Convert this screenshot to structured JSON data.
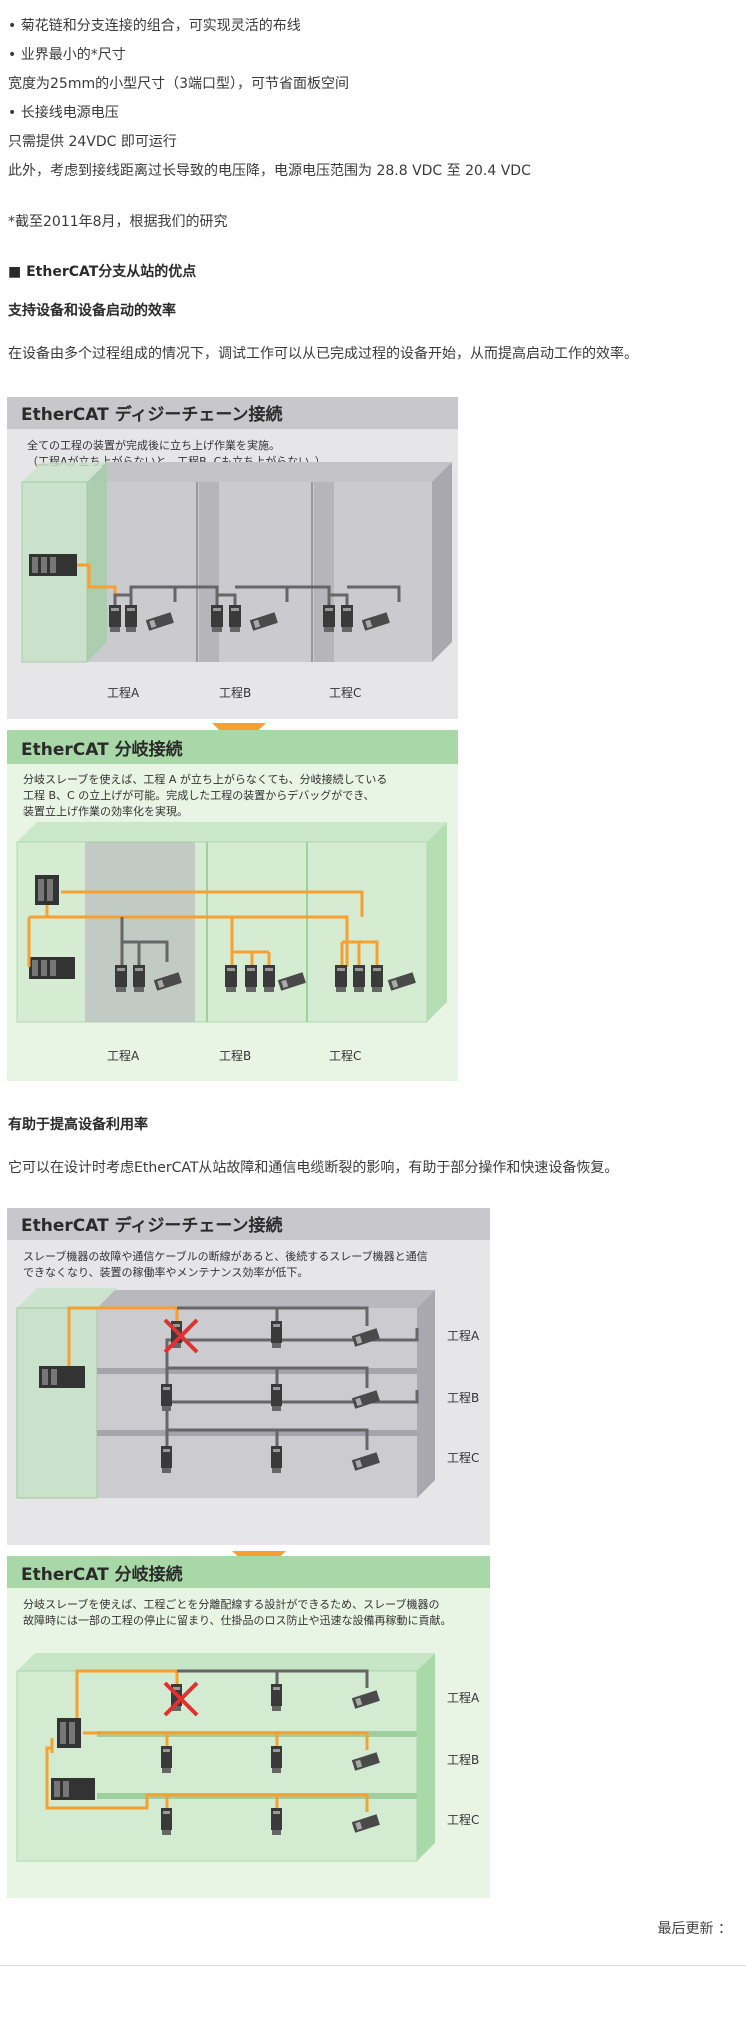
{
  "text": {
    "l1": "• 菊花链和分支连接的组合，可实现灵活的布线",
    "l2": "• 业界最小的*尺寸",
    "l3": "宽度为25mm的小型尺寸（3端口型），可节省面板空间",
    "l4": "• 长接线电源电压",
    "l5": "只需提供 24VDC 即可运行",
    "l6": "此外，考虑到接线距离过长导致的电压降，电源电压范围为 28.8 VDC 至 20.4 VDC",
    "note": "*截至2011年8月，根据我们的研究",
    "h1": "■ EtherCAT分支从站的优点",
    "h2": "支持设备和设备启动的效率",
    "p1": "在设备由多个过程组成的情况下，调试工作可以从已完成过程的设备开始，从而提高启动工作的效率。",
    "h3": "有助于提高设备利用率",
    "p2": "它可以在设计时考虑EtherCAT从站故障和通信电缆断裂的影响，有助于部分操作和快速设备恢复。",
    "updated": "最后更新 ："
  },
  "fig1": {
    "top_title": "EtherCAT ディジーチェーン接続",
    "top_desc1": "全ての工程の装置が完成後に立ち上げ作業を実施。",
    "top_desc2": "（工程Aが立ち上がらないと、工程B, Cも立ち上がらない。）",
    "bot_title": "EtherCAT 分岐接続",
    "bot_desc1": "分岐スレーブを使えば、工程 A が立ち上がらなくても、分岐接続している",
    "bot_desc2": "工程 B、C の立上げが可能。完成した工程の装置からデバッグができ、",
    "bot_desc3": "装置立上げ作業の効率化を実現。",
    "proc_a": "工程A",
    "proc_b": "工程B",
    "proc_c": "工程C"
  },
  "fig2": {
    "top_title": "EtherCAT ディジーチェーン接続",
    "top_desc1": "スレーブ機器の故障や通信ケーブルの断線があると、後続するスレーブ機器と通信",
    "top_desc2": "できなくなり、装置の稼働率やメンテナンス効率が低下。",
    "bot_title": "EtherCAT 分岐接続",
    "bot_desc1": "分岐スレーブを使えば、工程ごとを分離配線する設計ができるため、スレーブ機器の",
    "bot_desc2": "故障時には一部の工程の停止に留まり、仕掛品のロス防止や迅速な設備再稼動に貢献。",
    "proc_a": "工程A",
    "proc_b": "工程B",
    "proc_c": "工程C"
  },
  "colors": {
    "gray_header": "#c8c8cc",
    "gray_panel": "#e6e6e8",
    "green_header": "#a8d8a8",
    "green_panel": "#e8f4e4",
    "orange": "#f5a030",
    "red_x": "#e03030"
  }
}
